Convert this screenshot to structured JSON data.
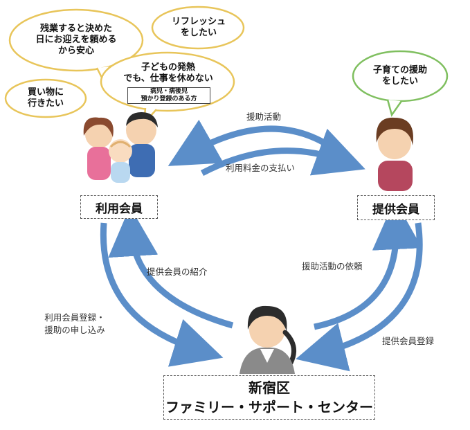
{
  "bubbles": {
    "overtime": "残業すると決めた\n日にお迎えを頼める\nから安心",
    "refresh": "リフレッシュ\nをしたい",
    "shopping": "買い物に\n行きたい",
    "sick_child": "子どもの発熱\nでも、仕事を休めない",
    "sick_child_note": "病児・病後児\n預かり登録のある方",
    "want_help": "子育ての援助\nをしたい"
  },
  "arrows": {
    "support_activity": "援助活動",
    "fee_payment": "利用料金の支払い",
    "introduce_provider": "提供会員の紹介",
    "request_activity": "援助活動の依頼",
    "register_user": "利用会員登録・\n援助の申し込み",
    "register_provider": "提供会員登録"
  },
  "nodes": {
    "user_member": "利用会員",
    "provider_member": "提供会員",
    "center_line1": "新宿区",
    "center_line2": "ファミリー・サポート・センター"
  },
  "colors": {
    "arrow": "#5b8ec9",
    "bubble_yellow": "#e8c55a",
    "bubble_green": "#7fbf5f"
  }
}
